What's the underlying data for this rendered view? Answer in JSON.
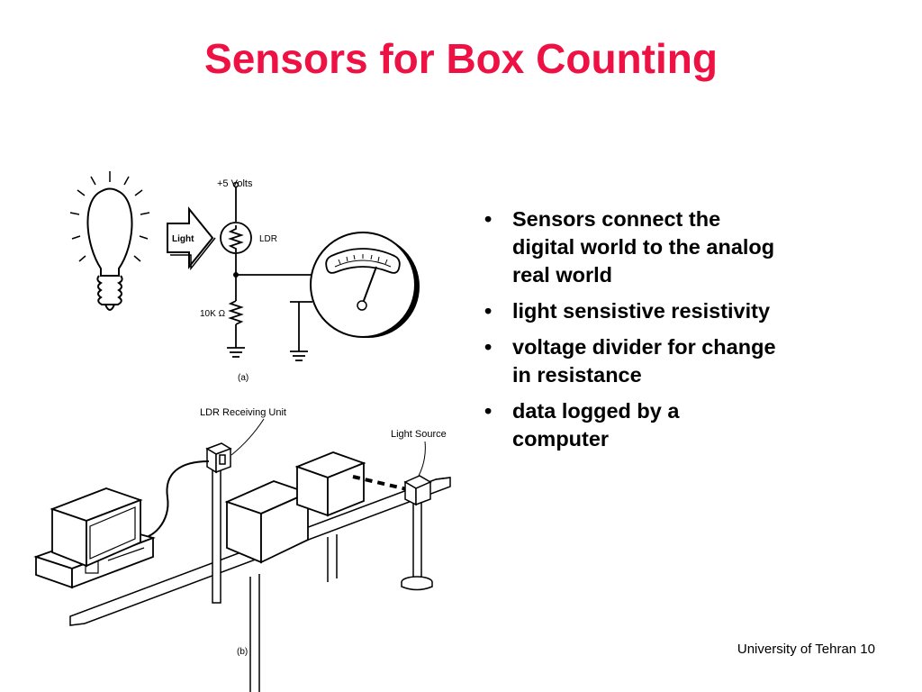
{
  "slide": {
    "title": "Sensors for Box Counting",
    "bullets": [
      "Sensors connect the digital world to the analog real world",
      "light sensistive resistivity",
      "voltage divider for change in resistance",
      "data logged by a computer"
    ],
    "footer": "University of Tehran 10"
  },
  "figure_a": {
    "voltage_label": "+5 Volts",
    "light_label": "Light",
    "ldr_label": "LDR",
    "resistor_label": "10K Ω",
    "caption": "(a)"
  },
  "figure_b": {
    "receiver_label": "LDR Receiving Unit",
    "source_label": "Light Source",
    "caption": "(b)"
  },
  "icons": [
    "light-bulb-icon",
    "arrow-icon",
    "meter-icon",
    "computer-icon"
  ]
}
